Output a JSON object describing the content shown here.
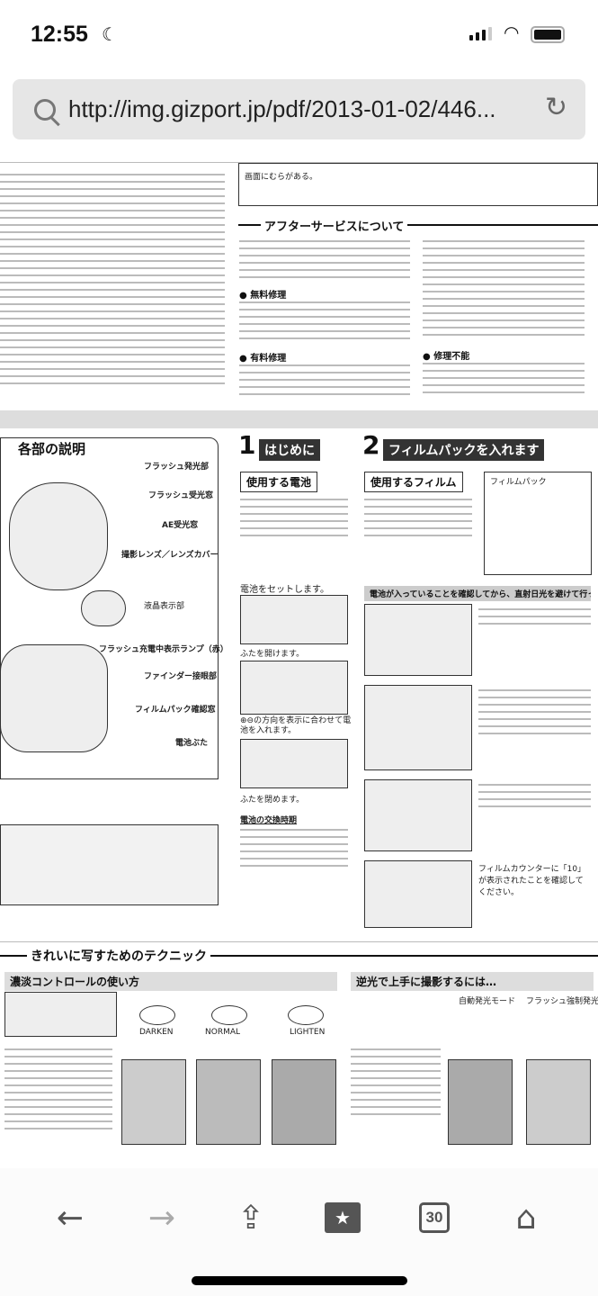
{
  "status": {
    "time": "12:55"
  },
  "browser": {
    "url": "http://img.gizport.jp/pdf/2013-01-02/446...",
    "tab_count": "30"
  },
  "document": {
    "page1": {
      "heading": "アフターサービスについて",
      "sub1": "● 無料修理",
      "sub2": "● 有料修理",
      "sub3": "● 修理不能",
      "table_cell": "画面にむらがある。"
    },
    "page2": {
      "parts_heading": "各部の説明",
      "step1_num": "1",
      "step1_title": "はじめに",
      "step2_num": "2",
      "step2_title": "フィルムパックを入れます",
      "battery_label": "使用する電池",
      "film_label": "使用するフィルム",
      "film_pack": "フィルムパック",
      "battery_text": "電池をセットします。",
      "open_lid": "ふたを開けます。",
      "insert": "⊕⊖の方向を表示に合わせて電池を入れます。",
      "close_lid": "ふたを閉めます。",
      "battery_change": "電池の交換時期",
      "check_note": "電池が入っていることを確認してから、直射日光を避けて行ってください。",
      "counter_text": "フィルムカウンターに「10」が表示されたことを確認してください。",
      "parts": [
        "フラッシュ発光部",
        "フラッシュ受光窓",
        "AE受光窓",
        "撮影レンズ／レンズカバー",
        "液晶表示部",
        "フラッシュ充電中表示ランプ（赤）",
        "ファインダー接眼部",
        "フィルムパック確認窓",
        "電池ぶた"
      ]
    },
    "page3": {
      "heading": "きれいに写すためのテクニック",
      "sub_left": "濃淡コントロールの使い方",
      "sub_right": "逆光で上手に撮影するには…",
      "modes": [
        "DARKEN",
        "NORMAL",
        "LIGHTEN"
      ],
      "flash_auto": "自動発光モード",
      "flash_forced": "フラッシュ強制発光モード"
    }
  }
}
